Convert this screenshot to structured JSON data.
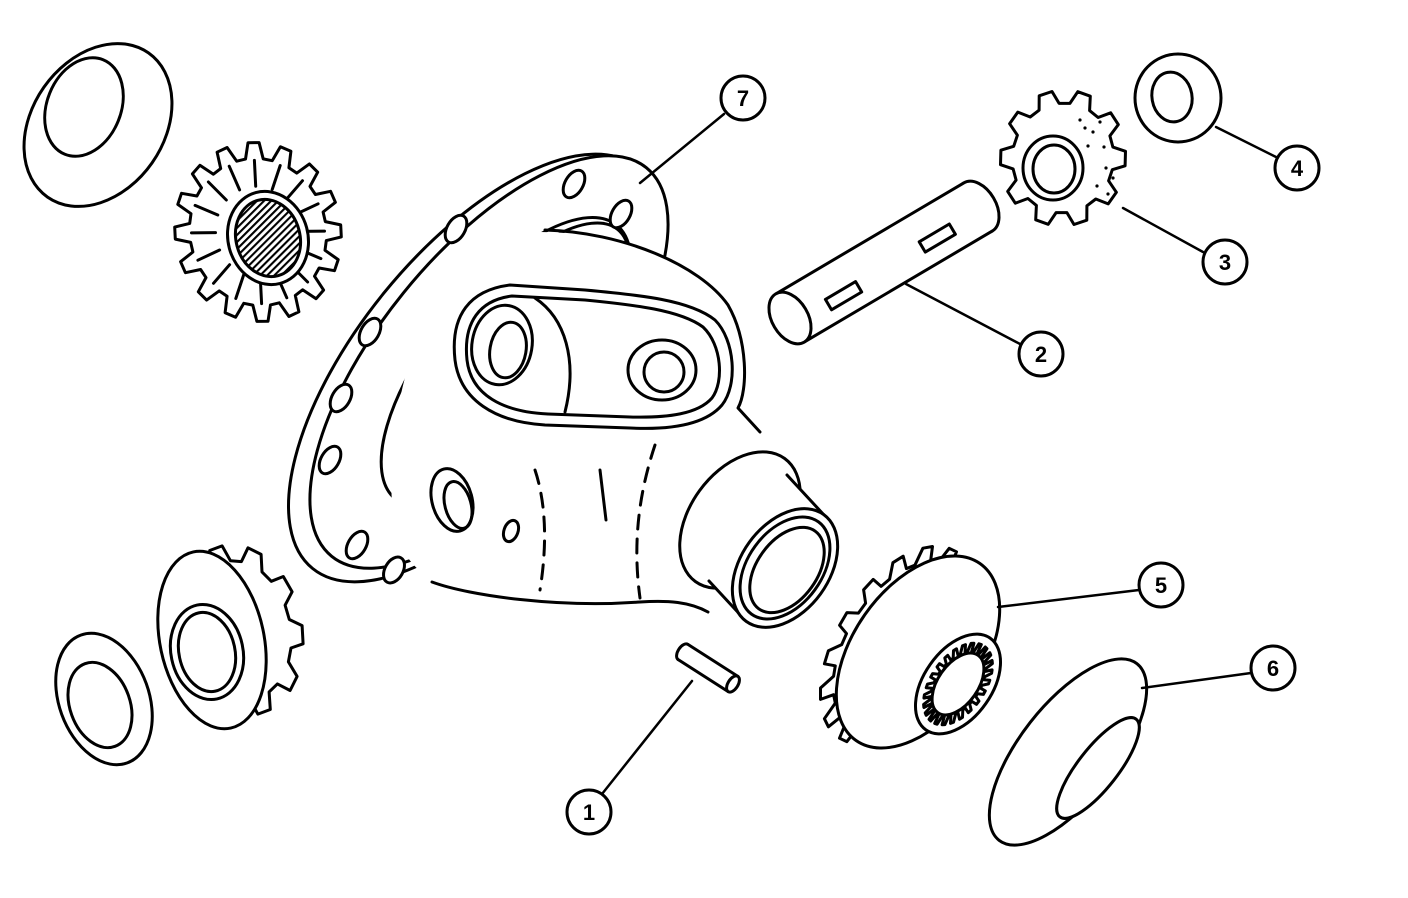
{
  "colors": {
    "line": "#000000",
    "background": "#ffffff"
  },
  "callouts": [
    "1",
    "2",
    "3",
    "4",
    "5",
    "6",
    "7"
  ]
}
